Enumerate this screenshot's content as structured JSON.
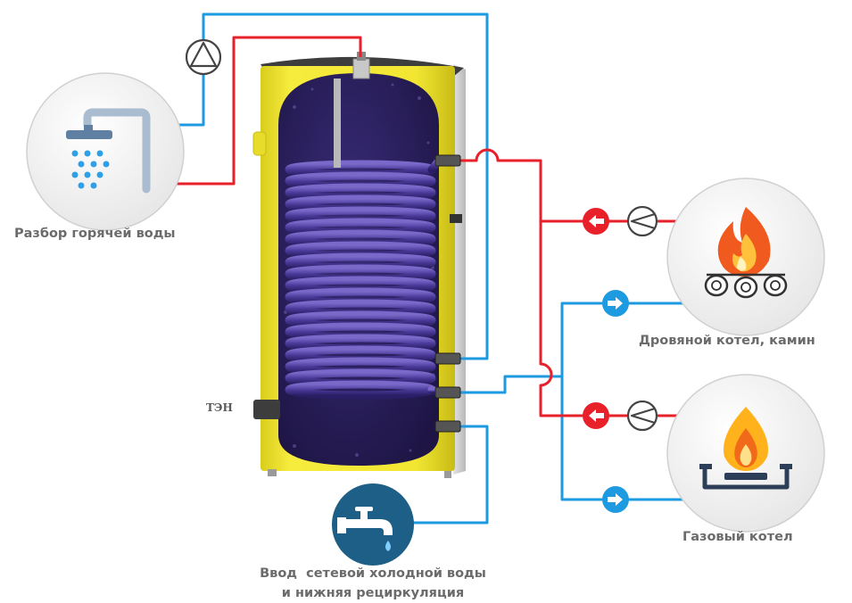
{
  "labels": {
    "hot_water_draw": "Разбор горячей воды",
    "wood_boiler": "Дровяной котел, камин",
    "gas_boiler": "Газовый котел",
    "cold_water_line1": "Ввод  сетевой холодной воды",
    "cold_water_line2": "и нижняя рециркуляция",
    "heater": "ТЭН"
  },
  "colors": {
    "hot_pipe": "#e8202a",
    "cold_pipe": "#1e9be0",
    "tank_body": "#f2e632",
    "tank_inner": "#2a1f5c",
    "coil": "#4b3a9a",
    "icon_circle": "#f4f4f4",
    "tap_circle": "#1d5f86"
  },
  "icons": [
    "shower-icon",
    "fire-wood-icon",
    "gas-flame-icon",
    "water-tap-icon",
    "pump-icon",
    "flow-arrow-icon"
  ]
}
